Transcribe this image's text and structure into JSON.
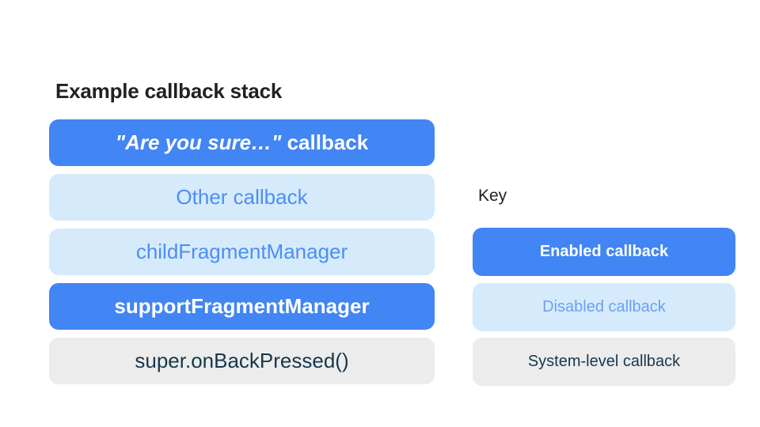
{
  "colors": {
    "page_bg": "#FFFFFF",
    "heading_text": "#202124",
    "enabled_bg": "#4285F4",
    "enabled_text": "#FFFFFF",
    "disabled_bg": "#D5EBFC",
    "disabled_text_stack": "#4D8DF5",
    "disabled_text_key": "#6D9FF3",
    "system_bg": "#ECECEC",
    "system_text": "#17374D"
  },
  "stack": {
    "title": "Example callback stack",
    "items": [
      {
        "label_quoted": "\"Are you sure…\"",
        "label_rest": " callback",
        "type": "enabled"
      },
      {
        "label": "Other callback",
        "type": "disabled"
      },
      {
        "label": "childFragmentManager",
        "type": "disabled"
      },
      {
        "label": "supportFragmentManager",
        "type": "enabled"
      },
      {
        "label": "super.onBackPressed()",
        "type": "system"
      }
    ]
  },
  "key": {
    "title": "Key",
    "items": [
      {
        "label": "Enabled callback",
        "type": "enabled"
      },
      {
        "label": "Disabled callback",
        "type": "disabled"
      },
      {
        "label": "System-level callback",
        "type": "system"
      }
    ]
  }
}
